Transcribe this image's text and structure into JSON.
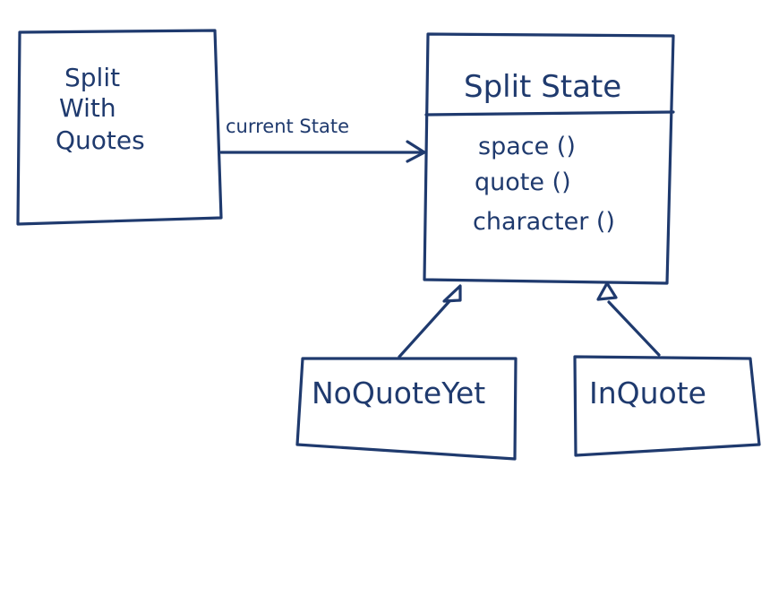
{
  "context_box": {
    "name_lines": [
      "Split",
      "With",
      "Quotes"
    ]
  },
  "association": {
    "label": "current State"
  },
  "state_class": {
    "name": "Split State",
    "methods": [
      "space ()",
      "quote ()",
      "character ()"
    ]
  },
  "subclasses": [
    {
      "name": "NoQuoteYet"
    },
    {
      "name": "InQuote"
    }
  ],
  "colors": {
    "ink": "#1f3a6e",
    "background": "#ffffff"
  }
}
